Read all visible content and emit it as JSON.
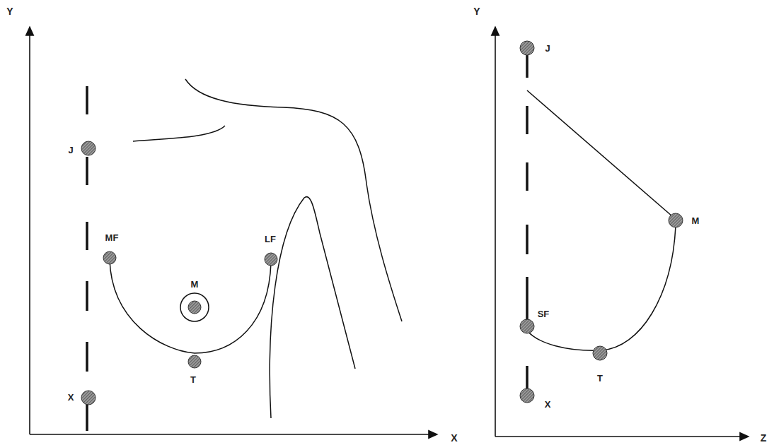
{
  "diagram": {
    "labels": [
      "Y",
      "J",
      "MF",
      "LF",
      "M",
      "T",
      "X",
      "X",
      "Y",
      "J",
      "M",
      "SF",
      "T",
      "X",
      "Z"
    ]
  }
}
